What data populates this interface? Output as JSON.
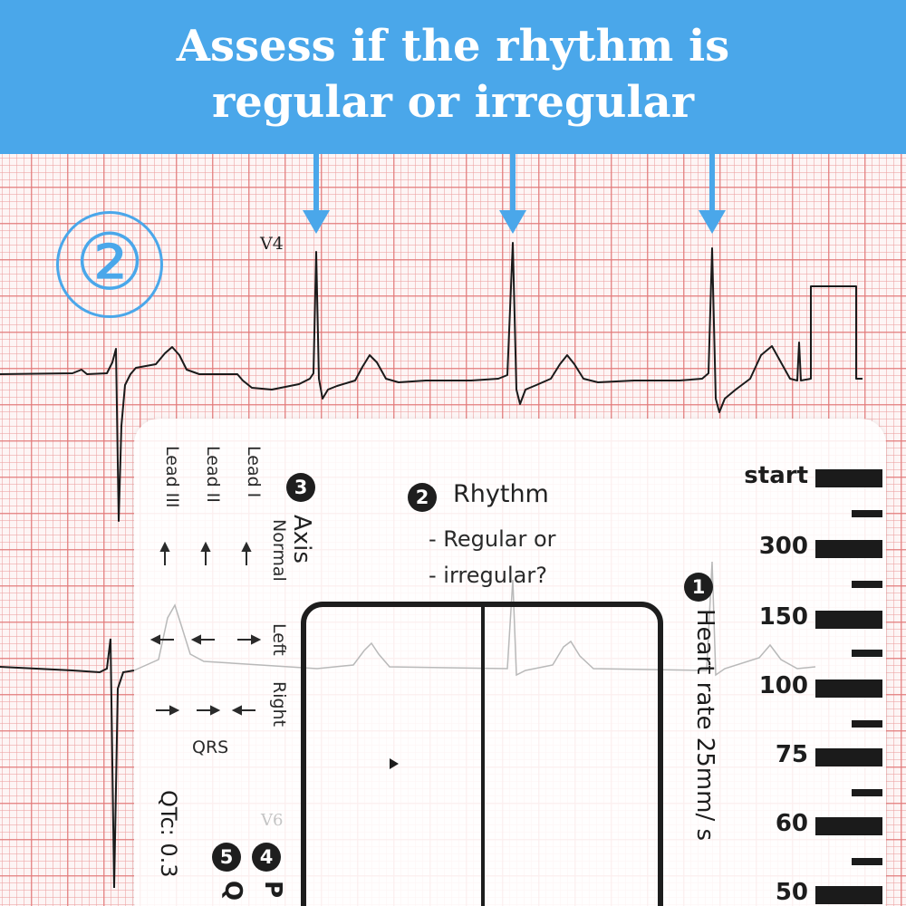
{
  "banner": {
    "line1": "Assess if the rhythm is",
    "line2": "regular or irregular"
  },
  "step_number": "②",
  "ecg": {
    "lead_top": "V4",
    "lead_faint": "V6"
  },
  "card": {
    "axis": {
      "badge": "3",
      "title": "Axis",
      "leads": [
        "Lead I",
        "Lead II",
        "Lead III"
      ],
      "columns": [
        "Normal",
        "Left",
        "Right"
      ],
      "footer": "QRS"
    },
    "rhythm": {
      "badge": "2",
      "title": "Rhythm",
      "line1": "- Regular or",
      "line2": "- irregular?"
    },
    "heart_rate": {
      "badge": "1",
      "title": "Heart rate 25mm/ s",
      "scale": [
        "start",
        "300",
        "150",
        "100",
        "75",
        "60",
        "50"
      ]
    },
    "partial": {
      "badge4": "4",
      "badge4_text": "P",
      "badge5": "5",
      "badge5_text": "Q",
      "qtc": "QTc: 0.3"
    }
  },
  "colors": {
    "banner": "#4aa7ea",
    "arrow": "#4aa7ea",
    "grid_major": "#e27878",
    "trace": "#1a1a1a"
  },
  "icons": [
    "down-arrow-icon",
    "down-arrow-icon",
    "down-arrow-icon",
    "arrow-up-icon",
    "arrow-left-icon",
    "arrow-right-icon"
  ]
}
